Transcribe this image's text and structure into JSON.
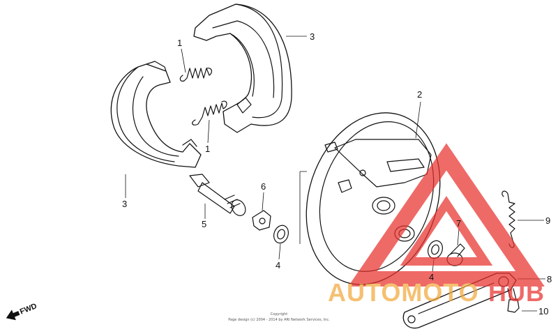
{
  "callouts": [
    {
      "id": "p1-top",
      "label": "1"
    },
    {
      "id": "p1-bottom",
      "label": "1"
    },
    {
      "id": "p2",
      "label": "2"
    },
    {
      "id": "p3-top",
      "label": "3"
    },
    {
      "id": "p3-left",
      "label": "3"
    },
    {
      "id": "p4-left",
      "label": "4"
    },
    {
      "id": "p4-right",
      "label": "4"
    },
    {
      "id": "p5",
      "label": "5"
    },
    {
      "id": "p6",
      "label": "6"
    },
    {
      "id": "p7",
      "label": "7"
    },
    {
      "id": "p8",
      "label": "8"
    },
    {
      "id": "p9",
      "label": "9"
    },
    {
      "id": "p10",
      "label": "10"
    }
  ],
  "direction_label": "FWD",
  "copyright": {
    "line1": "Copyright",
    "line2": "Page design (c) 2004 - 2014 by ARI Network Services, Inc."
  },
  "watermark": {
    "part1": "AUTOMOTO",
    "part2": "HUB",
    "color": "#e8322e",
    "accent": "#f2a93b"
  }
}
